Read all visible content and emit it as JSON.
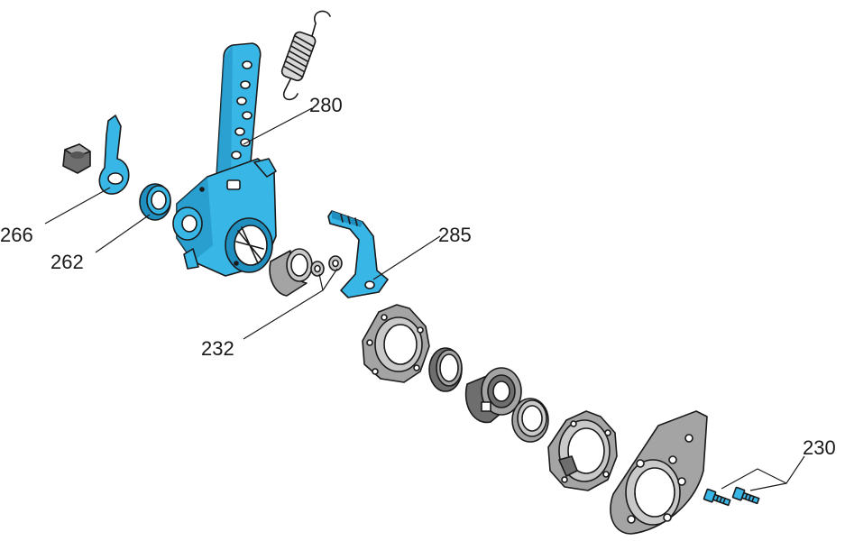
{
  "colors": {
    "highlight": "#38b6e6",
    "part_grey": "#a4a4a4",
    "outline": "#1a1a1a",
    "background": "#ffffff"
  },
  "callouts": {
    "c266": "266",
    "c262": "262",
    "c280": "280",
    "c285": "285",
    "c232": "232",
    "c230": "230"
  }
}
